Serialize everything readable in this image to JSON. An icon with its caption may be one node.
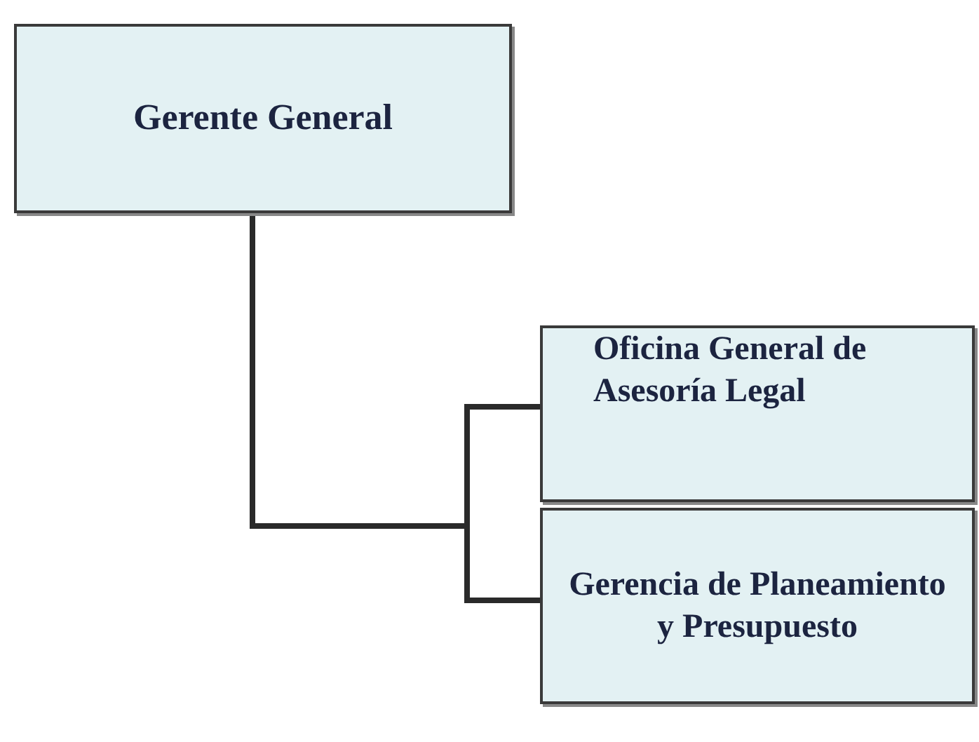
{
  "diagram": {
    "nodes": [
      {
        "text": [
          "Gerente General"
        ]
      },
      {
        "text": [
          "Oficina General de Asesoría Legal"
        ]
      },
      {
        "text": [
          "Gerencia de Planeamiento y Presupuesto"
        ]
      }
    ],
    "edges": [
      {
        "from": 0,
        "to": 1,
        "arrow": "none"
      },
      {
        "from": 0,
        "to": 2,
        "arrow": "none"
      }
    ]
  }
}
